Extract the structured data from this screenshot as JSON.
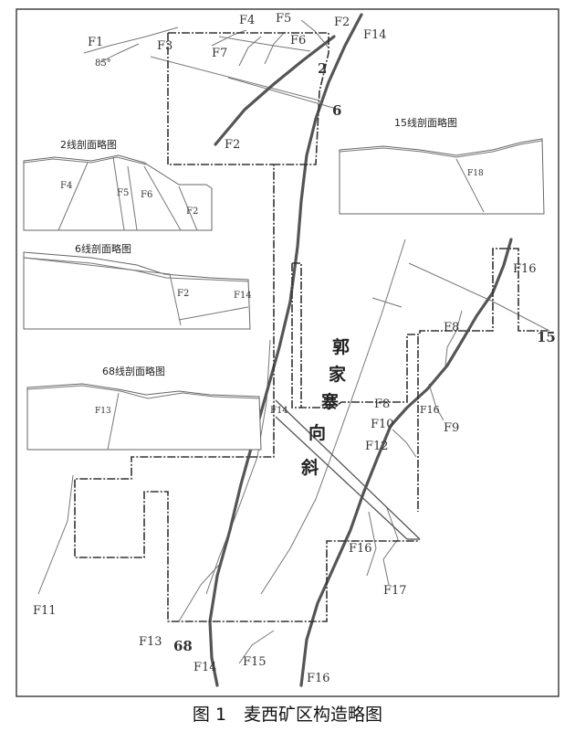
{
  "figure": {
    "caption": "图 1　麦西矿区构造略图"
  },
  "faults": [
    "F1",
    "F2",
    "F3",
    "F4",
    "F5",
    "F6",
    "F7",
    "F8",
    "F9",
    "F10",
    "F11",
    "F12",
    "F13",
    "F14",
    "F15",
    "F16",
    "F17",
    "F18",
    "F2",
    "F14",
    "F16",
    "F16"
  ],
  "fault_labels": {
    "F1": "F1",
    "F2": "F2",
    "F3": "F3",
    "F4": "F4",
    "F5": "F5",
    "F6": "F6",
    "F7": "F7",
    "F8": "F8",
    "F9": "F9",
    "F10": "F10",
    "F11": "F11",
    "F12": "F12",
    "F13": "F13",
    "F14": "F14",
    "F15": "F15",
    "F16": "F16",
    "F17": "F17",
    "F18": "F18"
  },
  "dip_label": "85°",
  "line_numbers": {
    "l2": "2",
    "l6": "6",
    "l15": "15",
    "l68": "68"
  },
  "syncline_name": [
    "郭",
    "家",
    "寨",
    "向",
    "斜"
  ],
  "sections": {
    "s2": {
      "title": "2线剖面略图"
    },
    "s6": {
      "title": "6线剖面略图"
    },
    "s15": {
      "title": "15线剖面略图"
    },
    "s68": {
      "title": "68线剖面略图"
    }
  }
}
